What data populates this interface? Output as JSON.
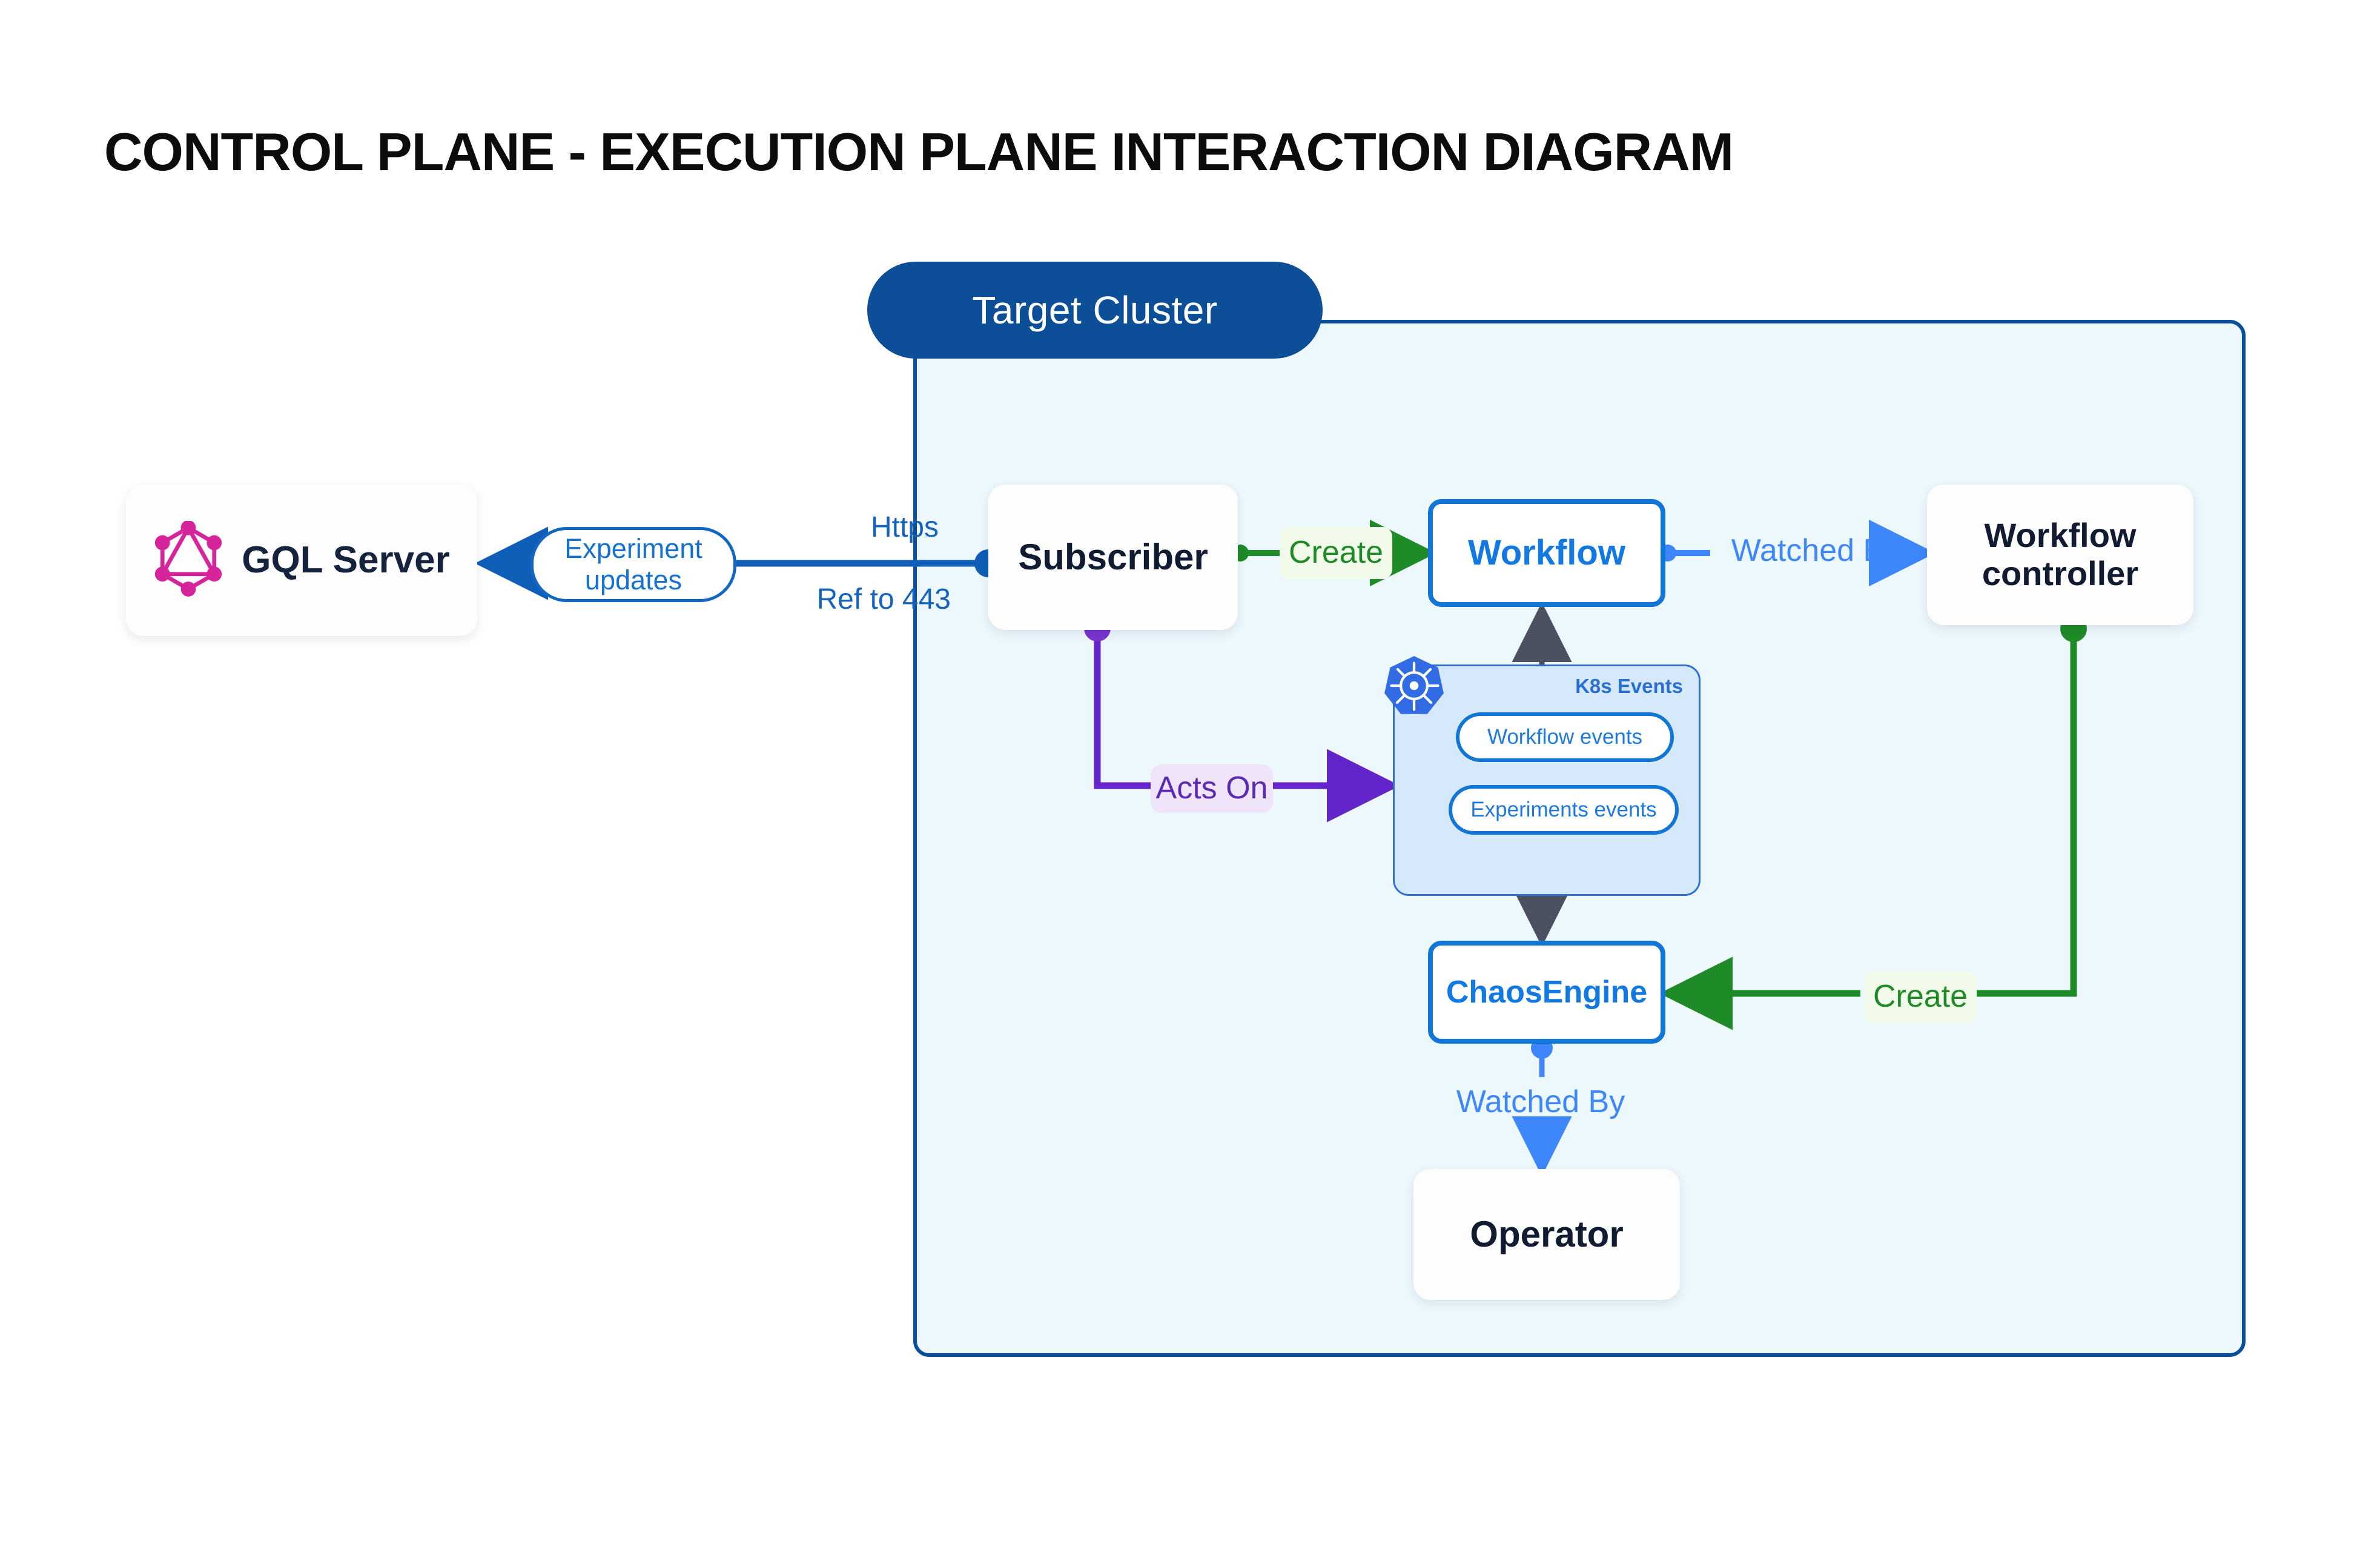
{
  "title": "CONTROL PLANE - EXECUTION PLANE INTERACTION DIAGRAM",
  "cluster": {
    "label": "Target Cluster"
  },
  "nodes": {
    "gql_server": {
      "label": "GQL Server",
      "icon": "graphql-icon"
    },
    "subscriber": {
      "label": "Subscriber"
    },
    "workflow": {
      "label": "Workflow"
    },
    "workflow_controller": {
      "label": "Workflow controller"
    },
    "chaosengine": {
      "label": "ChaosEngine"
    },
    "operator": {
      "label": "Operator"
    }
  },
  "k8s_events": {
    "title": "K8s Events",
    "icon": "kubernetes-icon",
    "items": [
      {
        "label": "Workflow events"
      },
      {
        "label": "Experiments events"
      }
    ]
  },
  "edges": {
    "experiment_updates": "Experiment updates",
    "https": "Https",
    "ref_to_443": "Ref to 443",
    "create_workflow": "Create",
    "create_chaosengine": "Create",
    "watched_by_workflow": "Watched By",
    "watched_by_operator": "Watched By",
    "acts_on": "Acts On"
  },
  "colors": {
    "cluster_border": "#0b4f9c",
    "cluster_fill": "#edf8fd",
    "cluster_pill": "#0d4e98",
    "blue_accent": "#1276d6",
    "light_blue": "#3d86fb",
    "green": "#1f8b28",
    "purple": "#5b2bb5",
    "graphql_pink": "#d6259b",
    "kubernetes_blue": "#326ce5",
    "dark_text": "#111c33",
    "gray_edge": "#4b5160"
  }
}
